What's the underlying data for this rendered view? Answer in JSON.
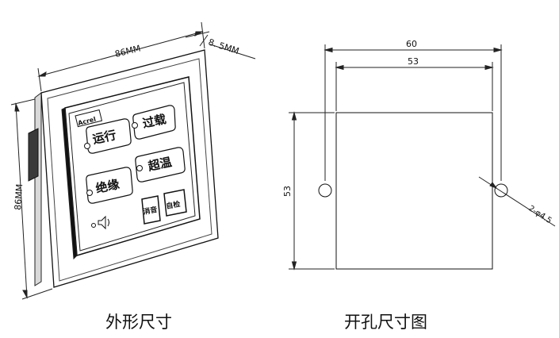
{
  "outline_drawing": {
    "caption": "外形尺寸",
    "dim_width": "86MM",
    "dim_depth": "8. 5MM",
    "dim_height": "86MM",
    "logo_text": "Acrel",
    "buttons": [
      {
        "label": "运行"
      },
      {
        "label": "过载"
      },
      {
        "label": "绝缘"
      },
      {
        "label": "超温"
      },
      {
        "label": "消音"
      },
      {
        "label": "自检"
      }
    ],
    "speaker_icon": "speaker-icon"
  },
  "cutout_drawing": {
    "caption": "开孔尺寸图",
    "dim_outer_width": "60",
    "dim_inner_width": "53",
    "dim_height": "53",
    "dim_holes": "2-φ4.5"
  }
}
